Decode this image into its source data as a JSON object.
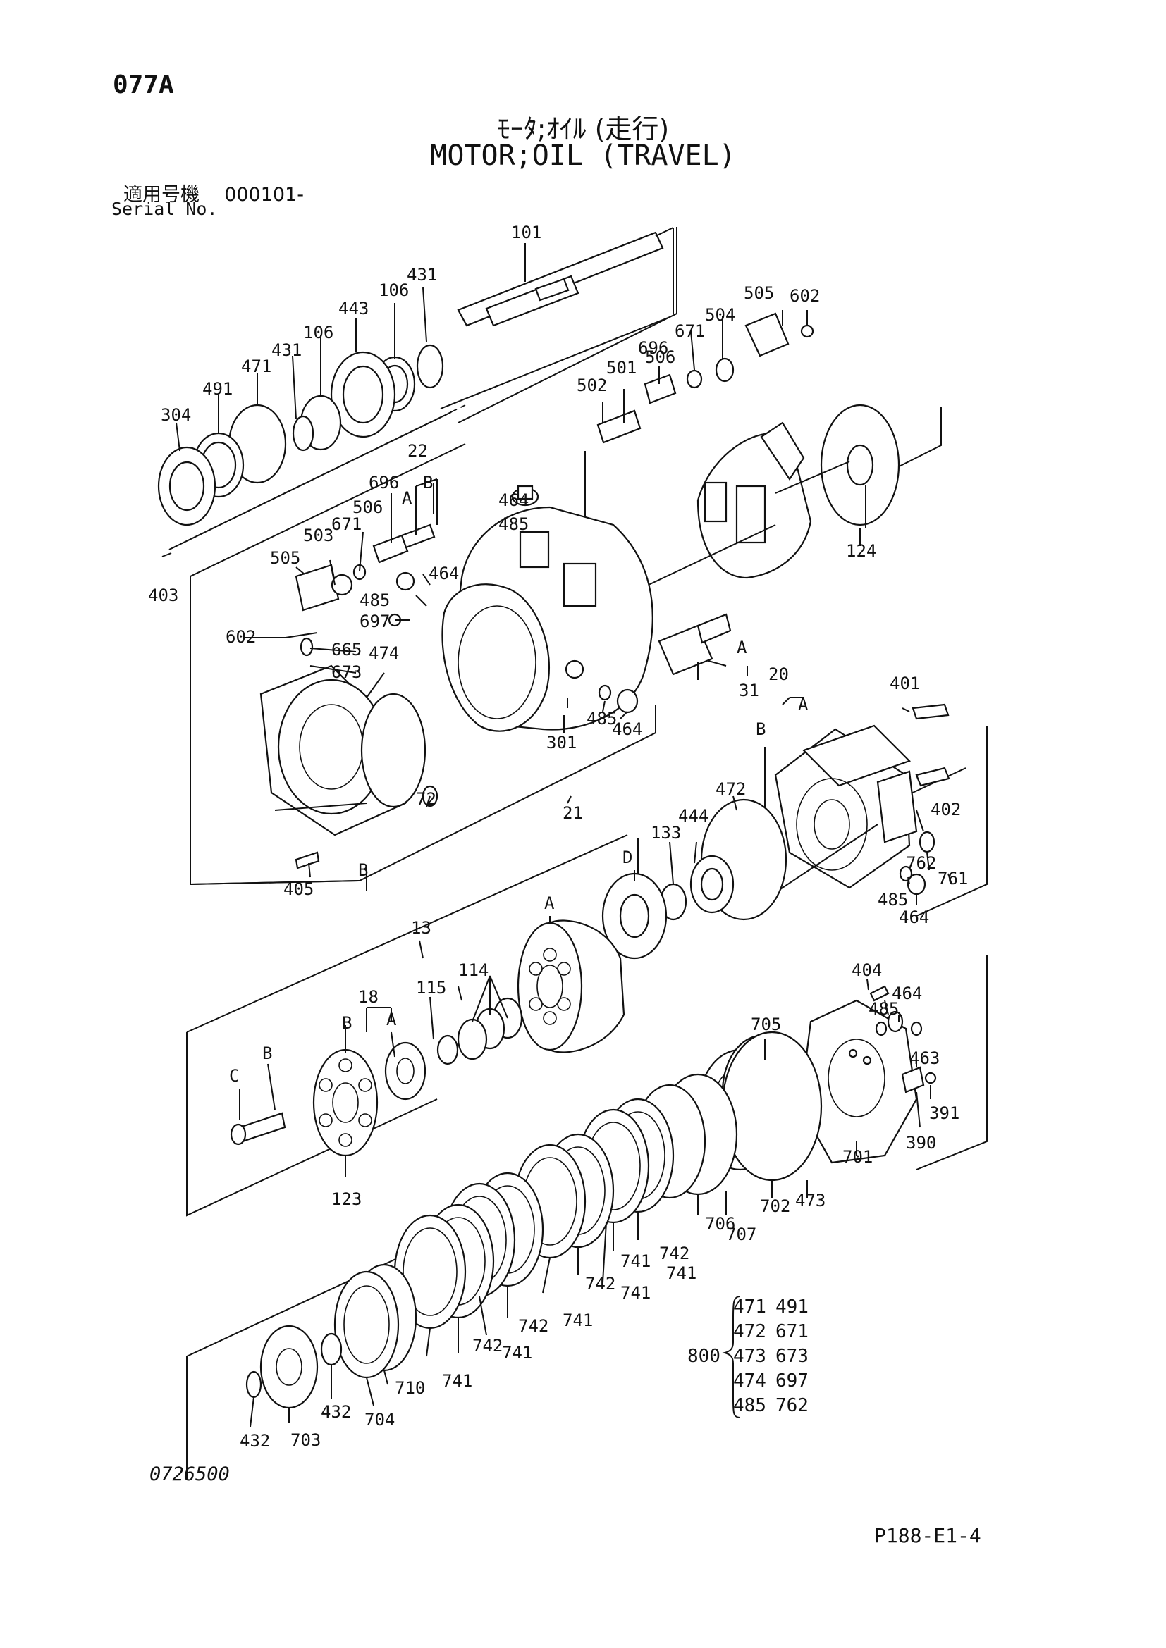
{
  "header": {
    "page_code": "077A",
    "title_jp": "ﾓｰﾀ;ｵｲﾙ (走行)",
    "title_en": "MOTOR;OIL (TRAVEL)",
    "serial_label_jp": "適用号機",
    "serial_value": "000101-",
    "serial_label_en": "Serial No."
  },
  "callouts": {
    "p101": "101",
    "p431a": "431",
    "p106a": "106",
    "p443": "443",
    "p106b": "106",
    "p431b": "431",
    "p471": "471",
    "p491": "491",
    "p304": "304",
    "p403": "403",
    "p696a": "696",
    "p505a": "505",
    "p602a": "602",
    "p504": "504",
    "p671a": "671",
    "p506a": "506",
    "p502": "502",
    "p501": "501",
    "p124": "124",
    "p22": "22",
    "p22A": "A",
    "p22B": "B",
    "p696b": "696",
    "p506b": "506",
    "p671b": "671",
    "p503": "503",
    "p505b": "505",
    "p464a": "464",
    "p485a": "485",
    "p464b": "464",
    "p485b": "485",
    "p697": "697",
    "p602b": "602",
    "p665": "665",
    "p673": "673",
    "p474": "474",
    "p31": "31",
    "p485c": "485",
    "p464c": "464",
    "p301": "301",
    "pA1": "A",
    "p72": "72",
    "p21": "21",
    "p405": "405",
    "pB1": "B",
    "p20": "20",
    "p20B": "B",
    "p20A": "A",
    "p401": "401",
    "p472": "472",
    "p402": "402",
    "p444": "444",
    "p133": "133",
    "pD1": "D",
    "p762": "762",
    "p761": "761",
    "p485d": "485",
    "p464d": "464",
    "p13": "13",
    "pA2": "A",
    "p114": "114",
    "p18": "18",
    "p18B": "B",
    "p18A": "A",
    "p115": "115",
    "pC1": "C",
    "pB2": "B",
    "p123": "123",
    "p404": "404",
    "p464e": "464",
    "p485e": "485",
    "p705": "705",
    "p463": "463",
    "p391": "391",
    "p390": "390",
    "p701": "701",
    "p702": "702",
    "p473": "473",
    "p706": "706",
    "p707": "707",
    "p742a": "742",
    "p741a": "741",
    "p741b": "741",
    "p742b": "742",
    "p741c": "741",
    "p742c": "742",
    "p741d": "741",
    "p742d": "742",
    "p741e": "741",
    "p741f": "741",
    "p710": "710",
    "p704": "704",
    "p432a": "432",
    "p703": "703",
    "p432b": "432"
  },
  "seal_kit": {
    "label": "800",
    "rows": [
      [
        "471",
        "491"
      ],
      [
        "472",
        "671"
      ],
      [
        "473",
        "673"
      ],
      [
        "474",
        "697"
      ],
      [
        "485",
        "762"
      ]
    ]
  },
  "footer": {
    "drawing_no": "0726500",
    "page_ref": "P188-E1-4"
  }
}
